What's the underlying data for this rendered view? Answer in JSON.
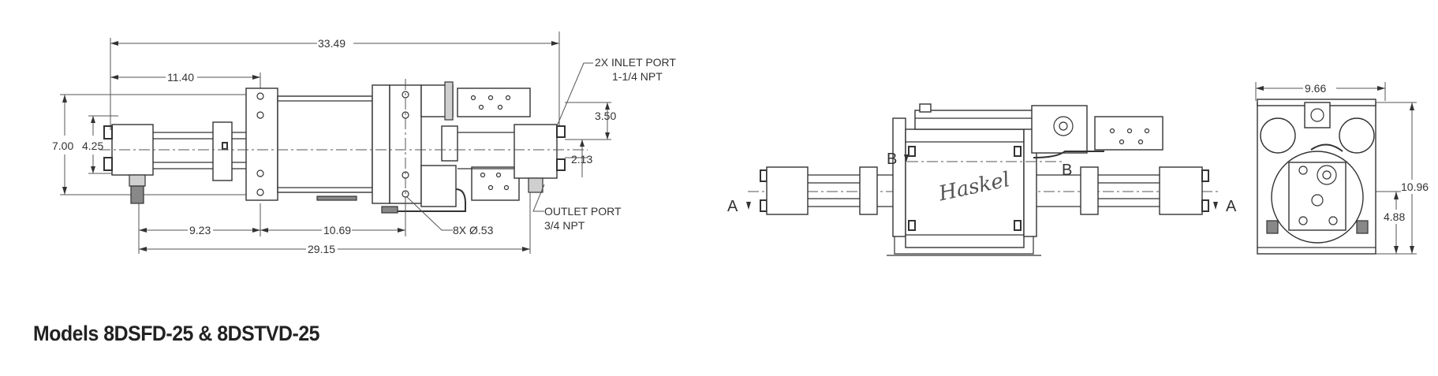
{
  "caption": "Models 8DSFD-25 & 8DSTVD-25",
  "front_view": {
    "dims": {
      "overall_length": "33.49",
      "left_to_block": "11.40",
      "height_total": "7.00",
      "height_inner": "4.25",
      "port_offset": "3.50",
      "center_offset": "2.13",
      "base_left": "9.23",
      "base_mid": "10.69",
      "base_total": "29.15"
    },
    "callouts": {
      "inlet_line1": "2X INLET PORT",
      "inlet_line2": "1-1/4 NPT",
      "outlet_line1": "OUTLET PORT",
      "outlet_line2": "3/4 NPT",
      "holes": "8X Ø.53"
    }
  },
  "side_view": {
    "section_a": "A",
    "section_b": "B",
    "logo": "Haskel"
  },
  "end_view": {
    "dims": {
      "width": "9.66",
      "height": "10.96",
      "center_height": "4.88"
    }
  }
}
